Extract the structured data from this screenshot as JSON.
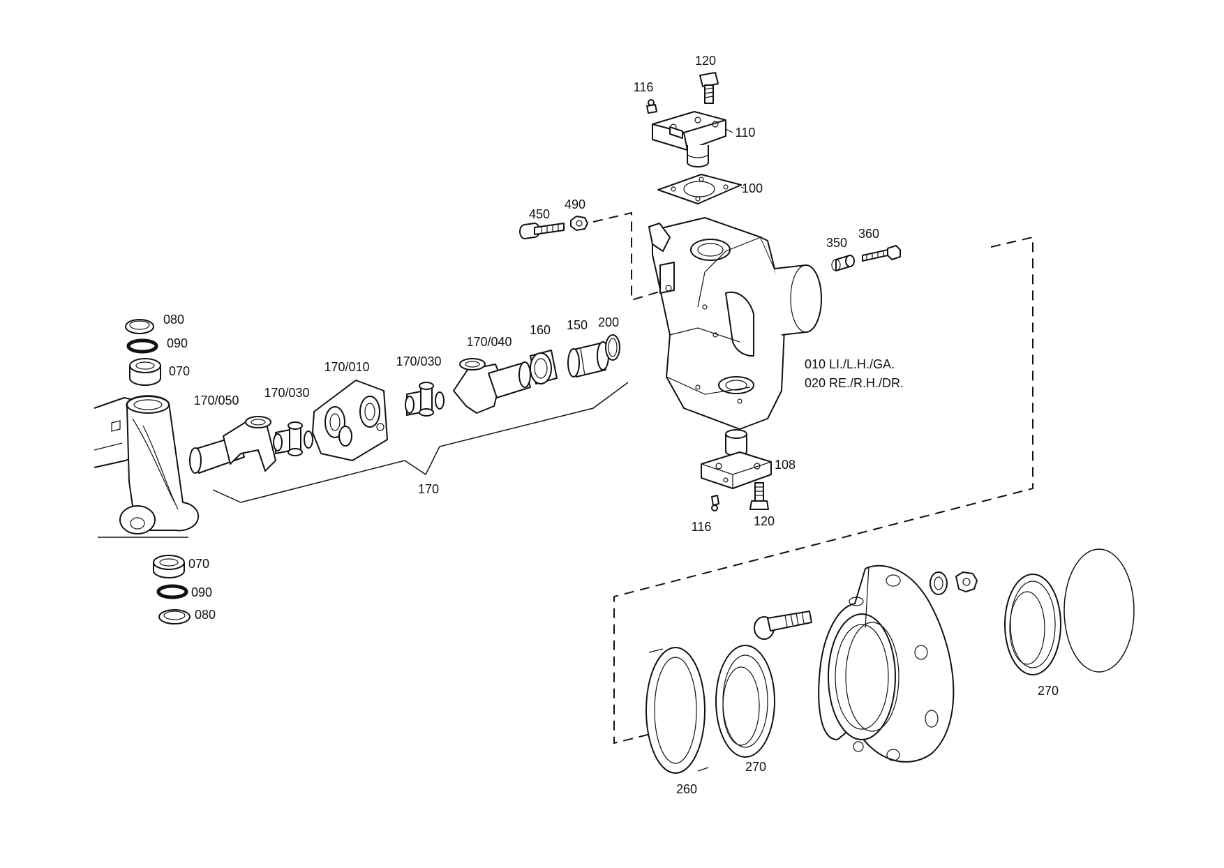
{
  "labels": {
    "l120_top": "120",
    "l116_top": "116",
    "l110": "110",
    "l100": "100",
    "l450": "450",
    "l490": "490",
    "l350": "350",
    "l360": "360",
    "l080_top": "080",
    "l090_top": "090",
    "l070_top": "070",
    "l170_050": "170/050",
    "l170_030_a": "170/030",
    "l170_010": "170/010",
    "l170_030_b": "170/030",
    "l170_040": "170/040",
    "l160": "160",
    "l150": "150",
    "l200": "200",
    "l170": "170",
    "l010": "010 LI./L.H./GA.",
    "l020": "020 RE./R.H./DR.",
    "l108": "108",
    "l116_bot": "116",
    "l120_bot": "120",
    "l070_bot": "070",
    "l090_bot": "090",
    "l080_bot": "080",
    "l260": "260",
    "l270_a": "270",
    "l270_b": "270"
  }
}
